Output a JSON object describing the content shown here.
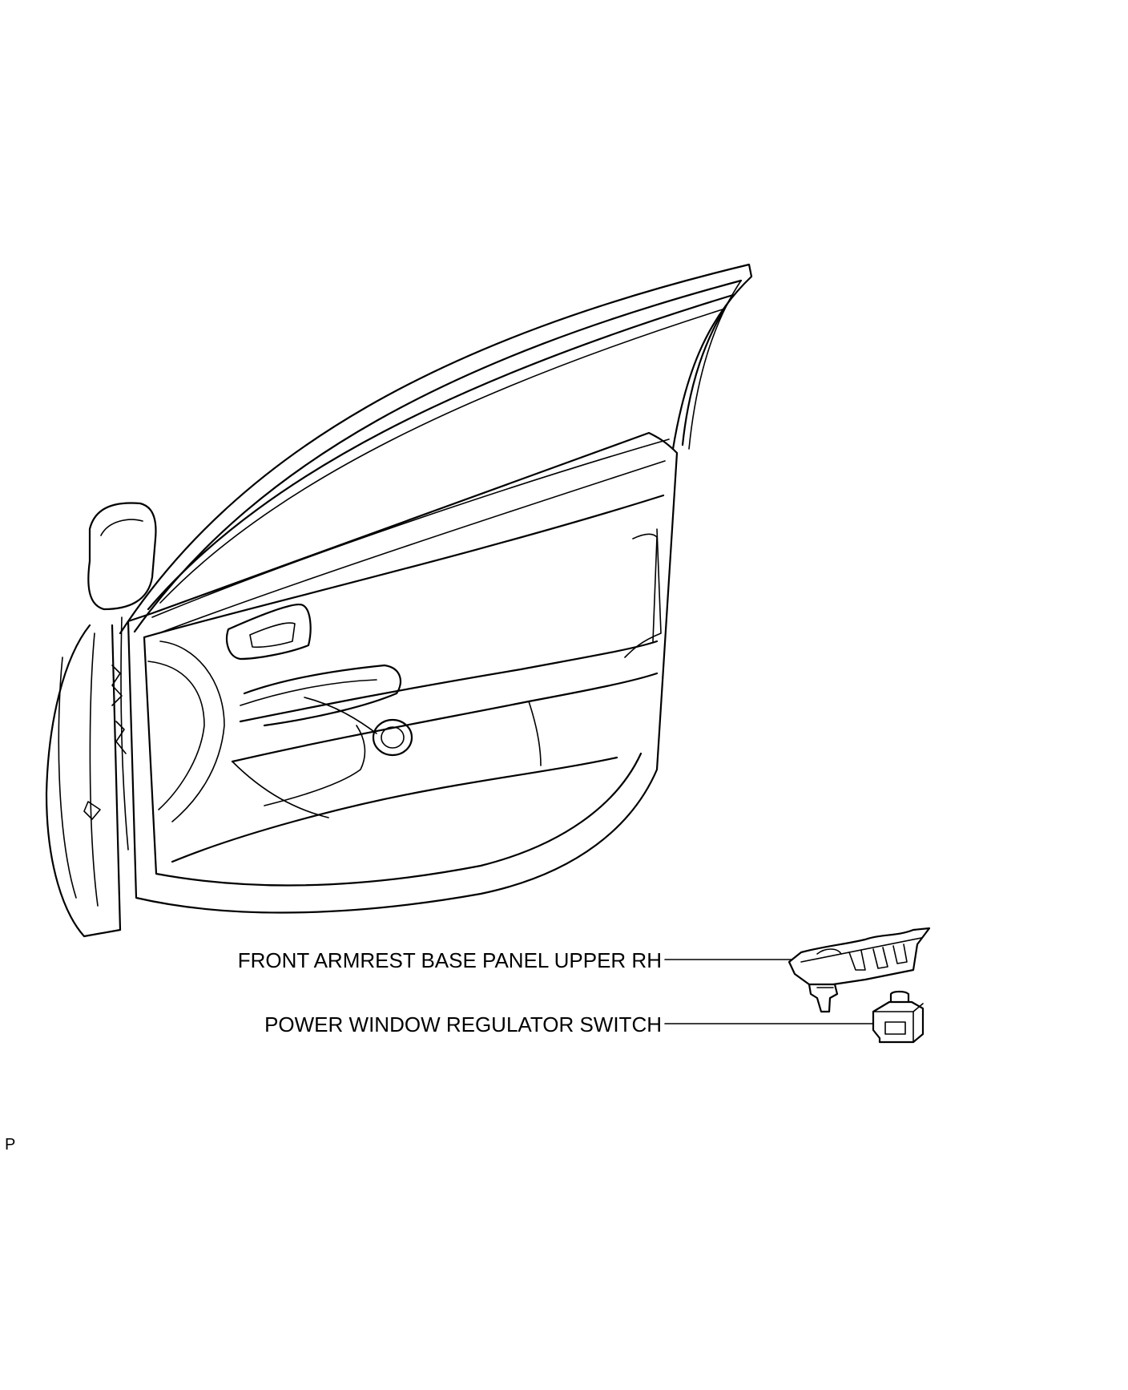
{
  "callouts": {
    "armrest_label": "FRONT ARMREST BASE PANEL UPPER RH",
    "switch_label": "POWER WINDOW REGULATOR SWITCH"
  },
  "page_mark": "P"
}
